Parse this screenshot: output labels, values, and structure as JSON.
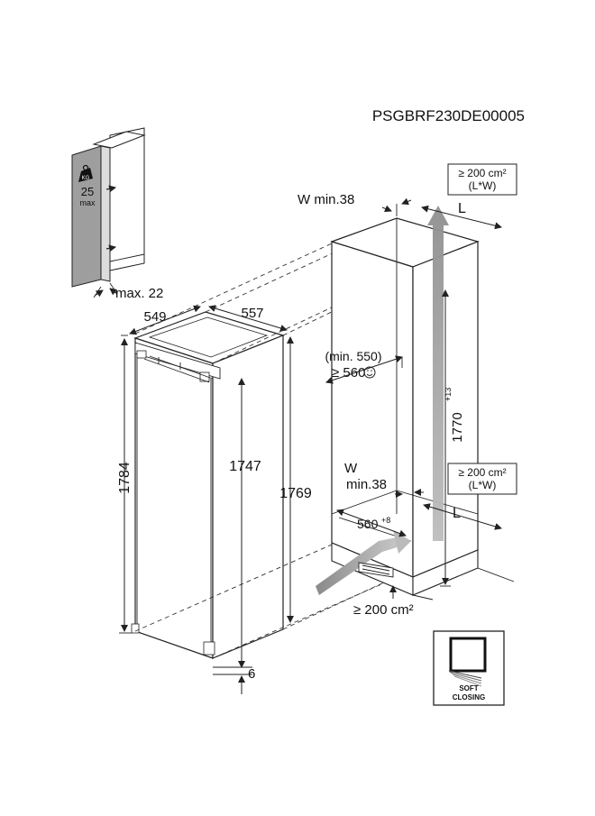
{
  "model_code": "PSGBRF230DE00005",
  "door_panel": {
    "weight_badge": "KG",
    "weight_value": "25",
    "weight_suffix": "max",
    "max_thickness": "max. 22"
  },
  "appliance": {
    "depth": "549",
    "width": "557",
    "height_total": "1784",
    "height_door": "1747",
    "height_side": "1769",
    "bottom_offset": "6"
  },
  "niche": {
    "wall_gap_top": "W min.38",
    "vent_top_area": "≥ 200 cm²",
    "vent_top_formula": "(L*W)",
    "length_top": "L",
    "min_depth": "(min. 550)",
    "rec_depth": "≥ 560",
    "height": "1770",
    "height_tol": "+13",
    "wall_gap_bottom_w": "W",
    "wall_gap_bottom_min": "min.38",
    "vent_bottom_area": "≥ 200 cm²",
    "vent_bottom_formula": "(L*W)",
    "width_base": "560",
    "width_tol": "+8",
    "length_bottom": "L",
    "vent_front_area": "≥ 200 cm²"
  },
  "soft_closing": {
    "line1": "SOFT",
    "line2": "CLOSING"
  }
}
